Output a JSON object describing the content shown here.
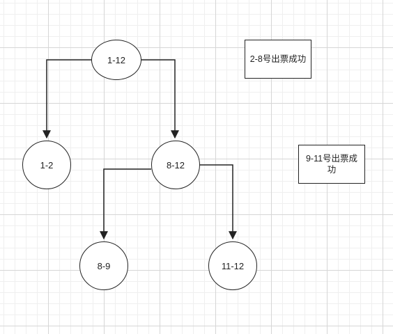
{
  "diagram": {
    "nodes": {
      "root": "1-12",
      "left": "1-2",
      "mid": "8-12",
      "mid_left": "8-9",
      "mid_right": "11-12"
    },
    "notes": {
      "note1": "2-8号出票成功",
      "note2": "9-11号出票成功"
    },
    "edges": [
      {
        "from": "1-12",
        "to": "1-2"
      },
      {
        "from": "1-12",
        "to": "8-12"
      },
      {
        "from": "8-12",
        "to": "8-9"
      },
      {
        "from": "8-12",
        "to": "11-12"
      }
    ],
    "colors": {
      "stroke": "#222222",
      "fill": "#ffffff"
    }
  }
}
